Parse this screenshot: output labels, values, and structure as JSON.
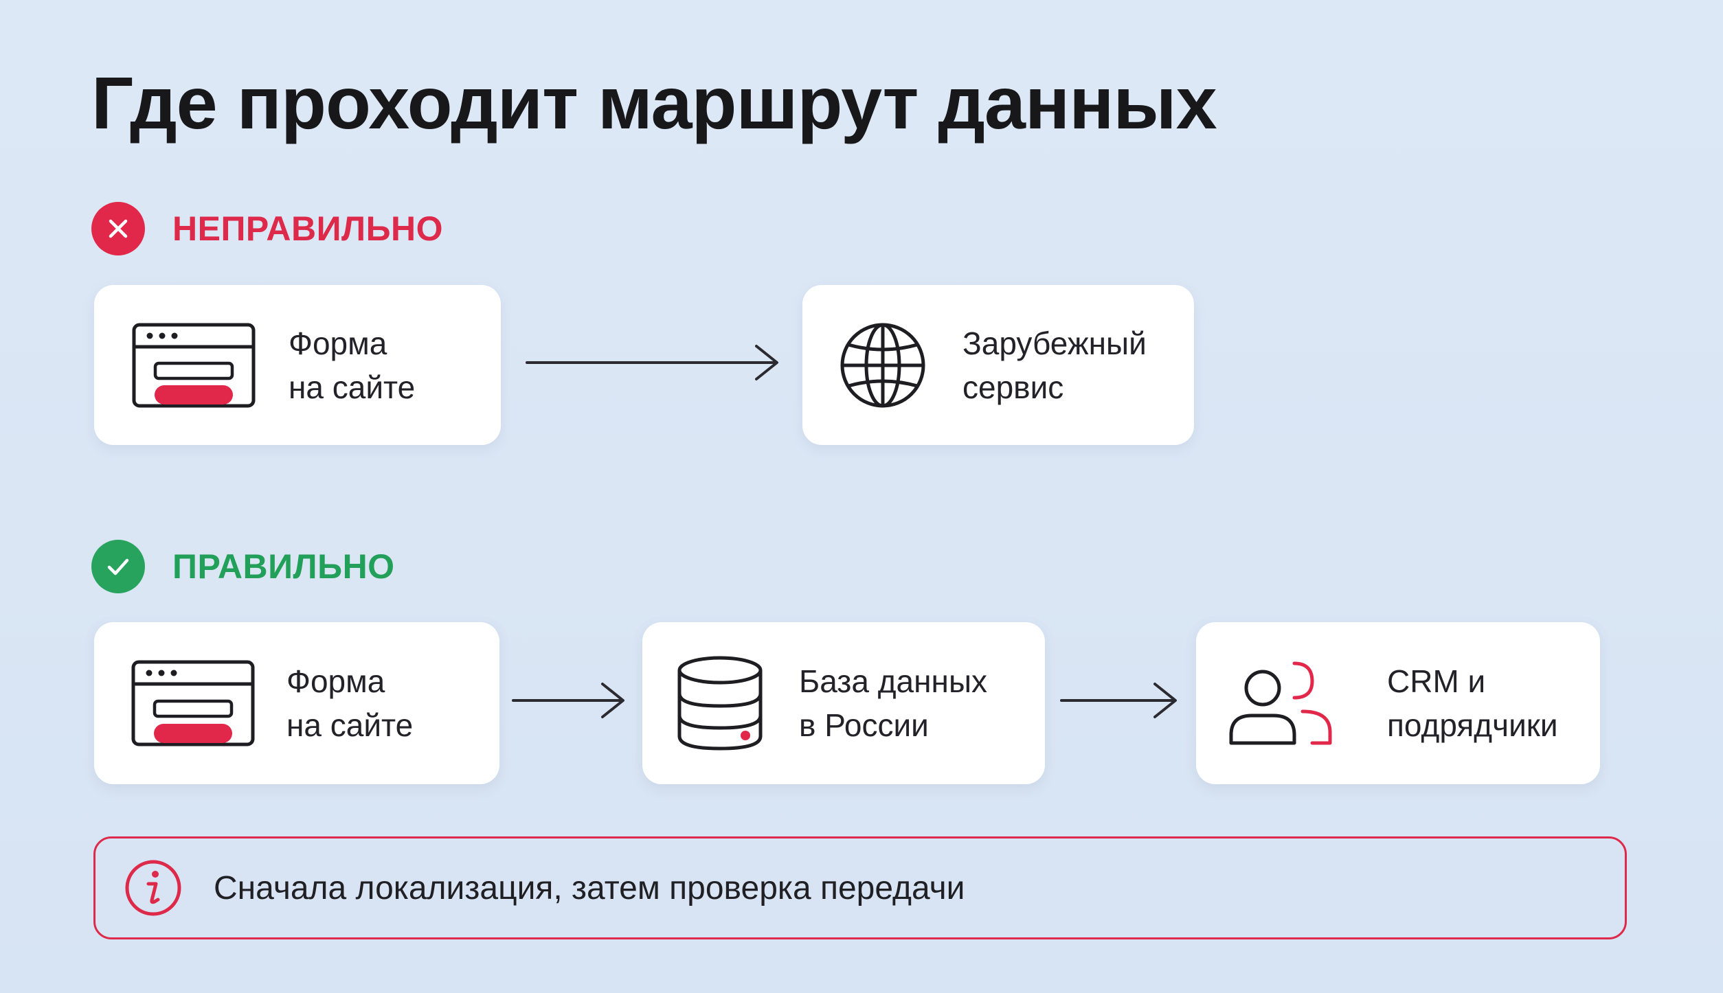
{
  "title": "Где проходит маршрут данных",
  "colors": {
    "accent_red": "#dd2a4b",
    "accent_green": "#22a05a",
    "background": "#dce7f5",
    "card": "#ffffff"
  },
  "sections": {
    "wrong": {
      "label": "НЕПРАВИЛЬНО",
      "icon": "cross-icon",
      "nodes": [
        {
          "icon": "browser-form-icon",
          "line1": "Форма",
          "line2": "на сайте"
        },
        {
          "icon": "globe-icon",
          "line1": "Зарубежный",
          "line2": "сервис"
        }
      ]
    },
    "right": {
      "label": "ПРАВИЛЬНО",
      "icon": "check-icon",
      "nodes": [
        {
          "icon": "browser-form-icon",
          "line1": "Форма",
          "line2": "на сайте"
        },
        {
          "icon": "database-icon",
          "line1": "База данных",
          "line2": "в России"
        },
        {
          "icon": "users-icon",
          "line1": "CRM и",
          "line2": "подрядчики"
        }
      ]
    }
  },
  "note": {
    "icon": "info-icon",
    "text": "Сначала локализация, затем проверка передачи"
  }
}
